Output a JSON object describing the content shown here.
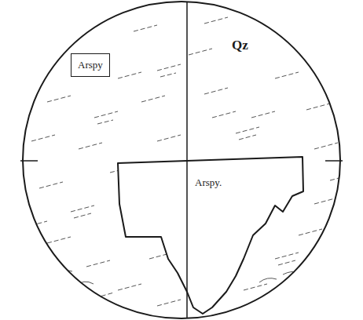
{
  "diagram": {
    "nodes": [
      {
        "text": [
          "Arspy"
        ]
      },
      {
        "text": [
          "Arspy."
        ]
      }
    ],
    "labels": [
      "Qz"
    ]
  }
}
